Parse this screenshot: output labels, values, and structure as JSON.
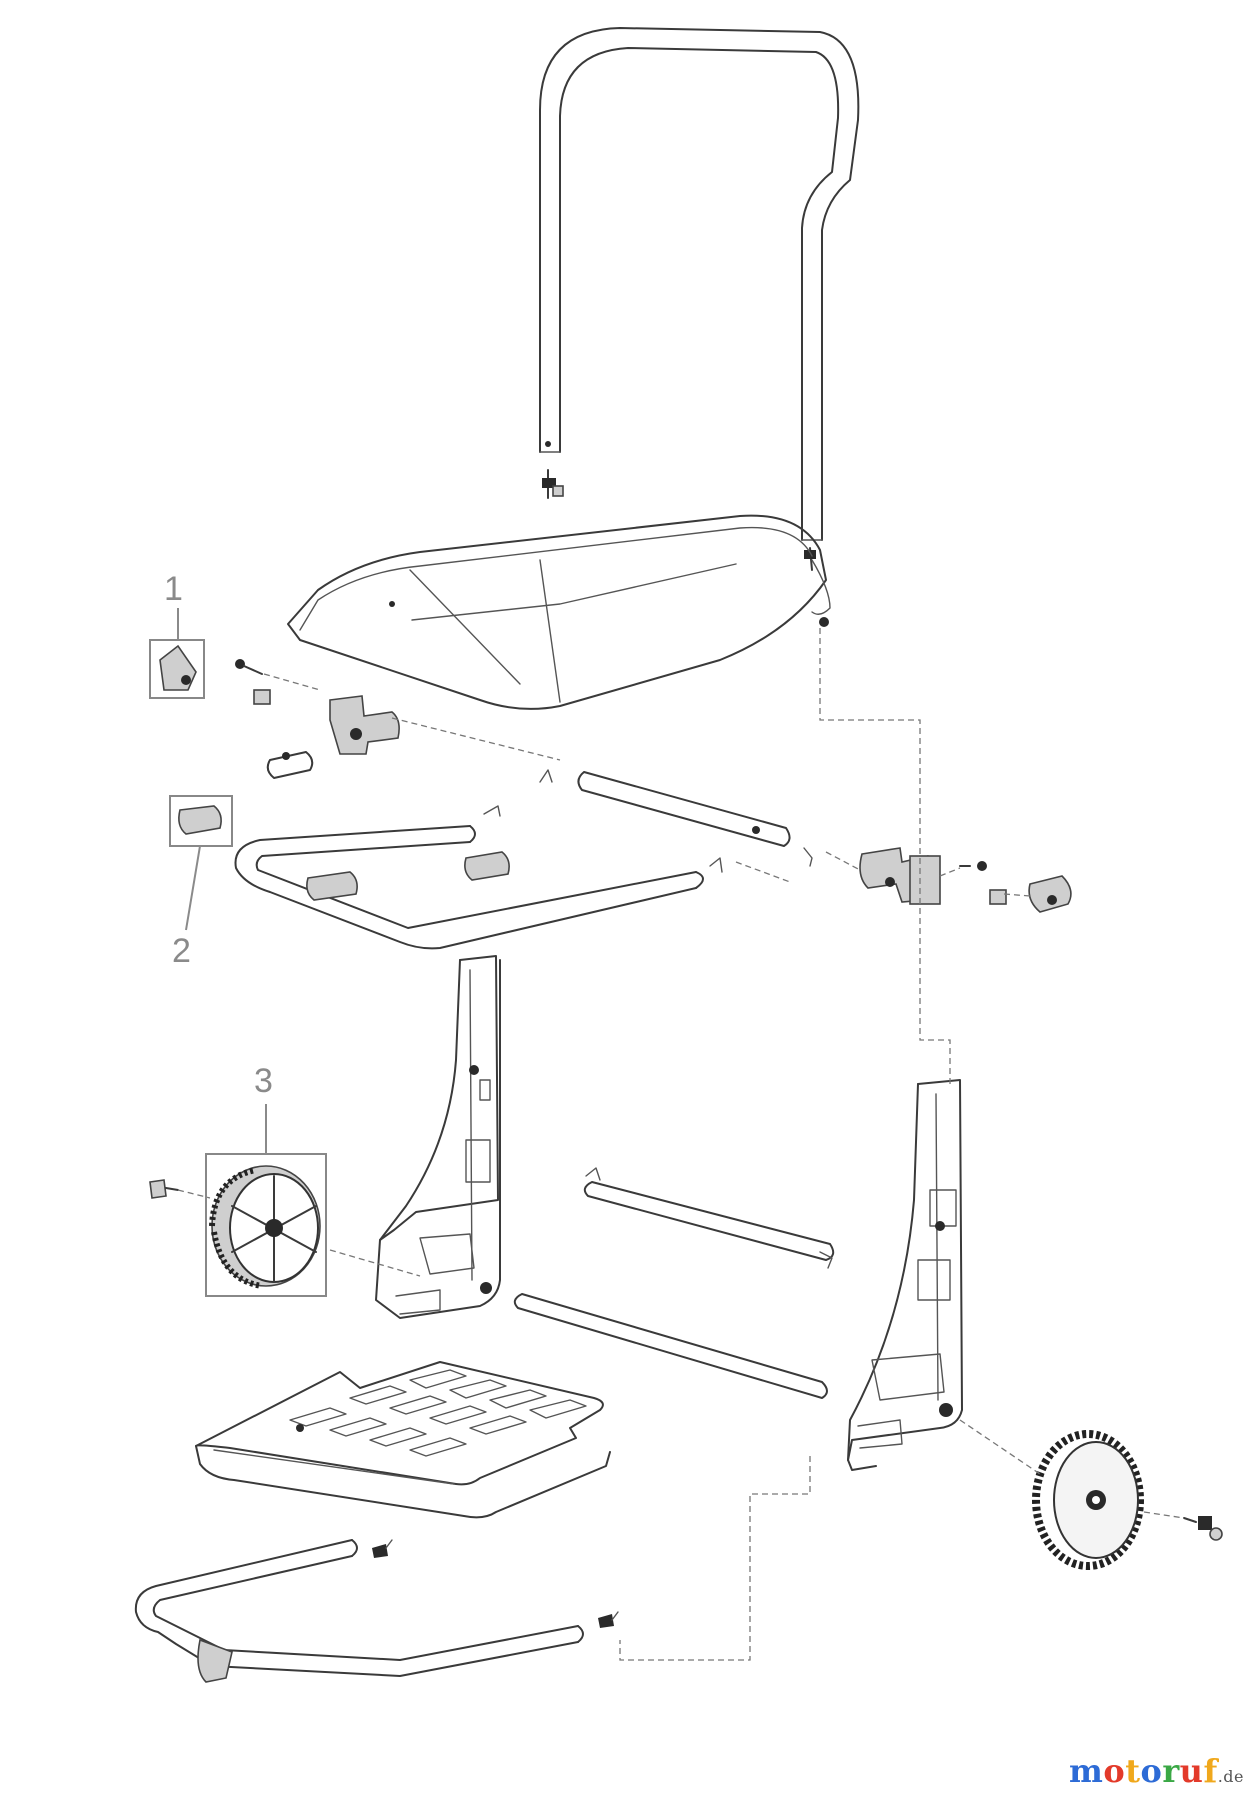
{
  "callouts": [
    {
      "id": "1",
      "label": "1"
    },
    {
      "id": "2",
      "label": "2"
    },
    {
      "id": "3",
      "label": "3"
    }
  ],
  "watermark": {
    "text_m": "m",
    "text_o1": "o",
    "text_t": "t",
    "text_o2": "o",
    "text_r": "r",
    "text_u": "u",
    "text_f": "f",
    "tld": ".de",
    "colors": [
      "#2d6bd6",
      "#e33a2a",
      "#f0a81c",
      "#2d6bd6",
      "#3aa845",
      "#e33a2a",
      "#f0a81c"
    ]
  }
}
